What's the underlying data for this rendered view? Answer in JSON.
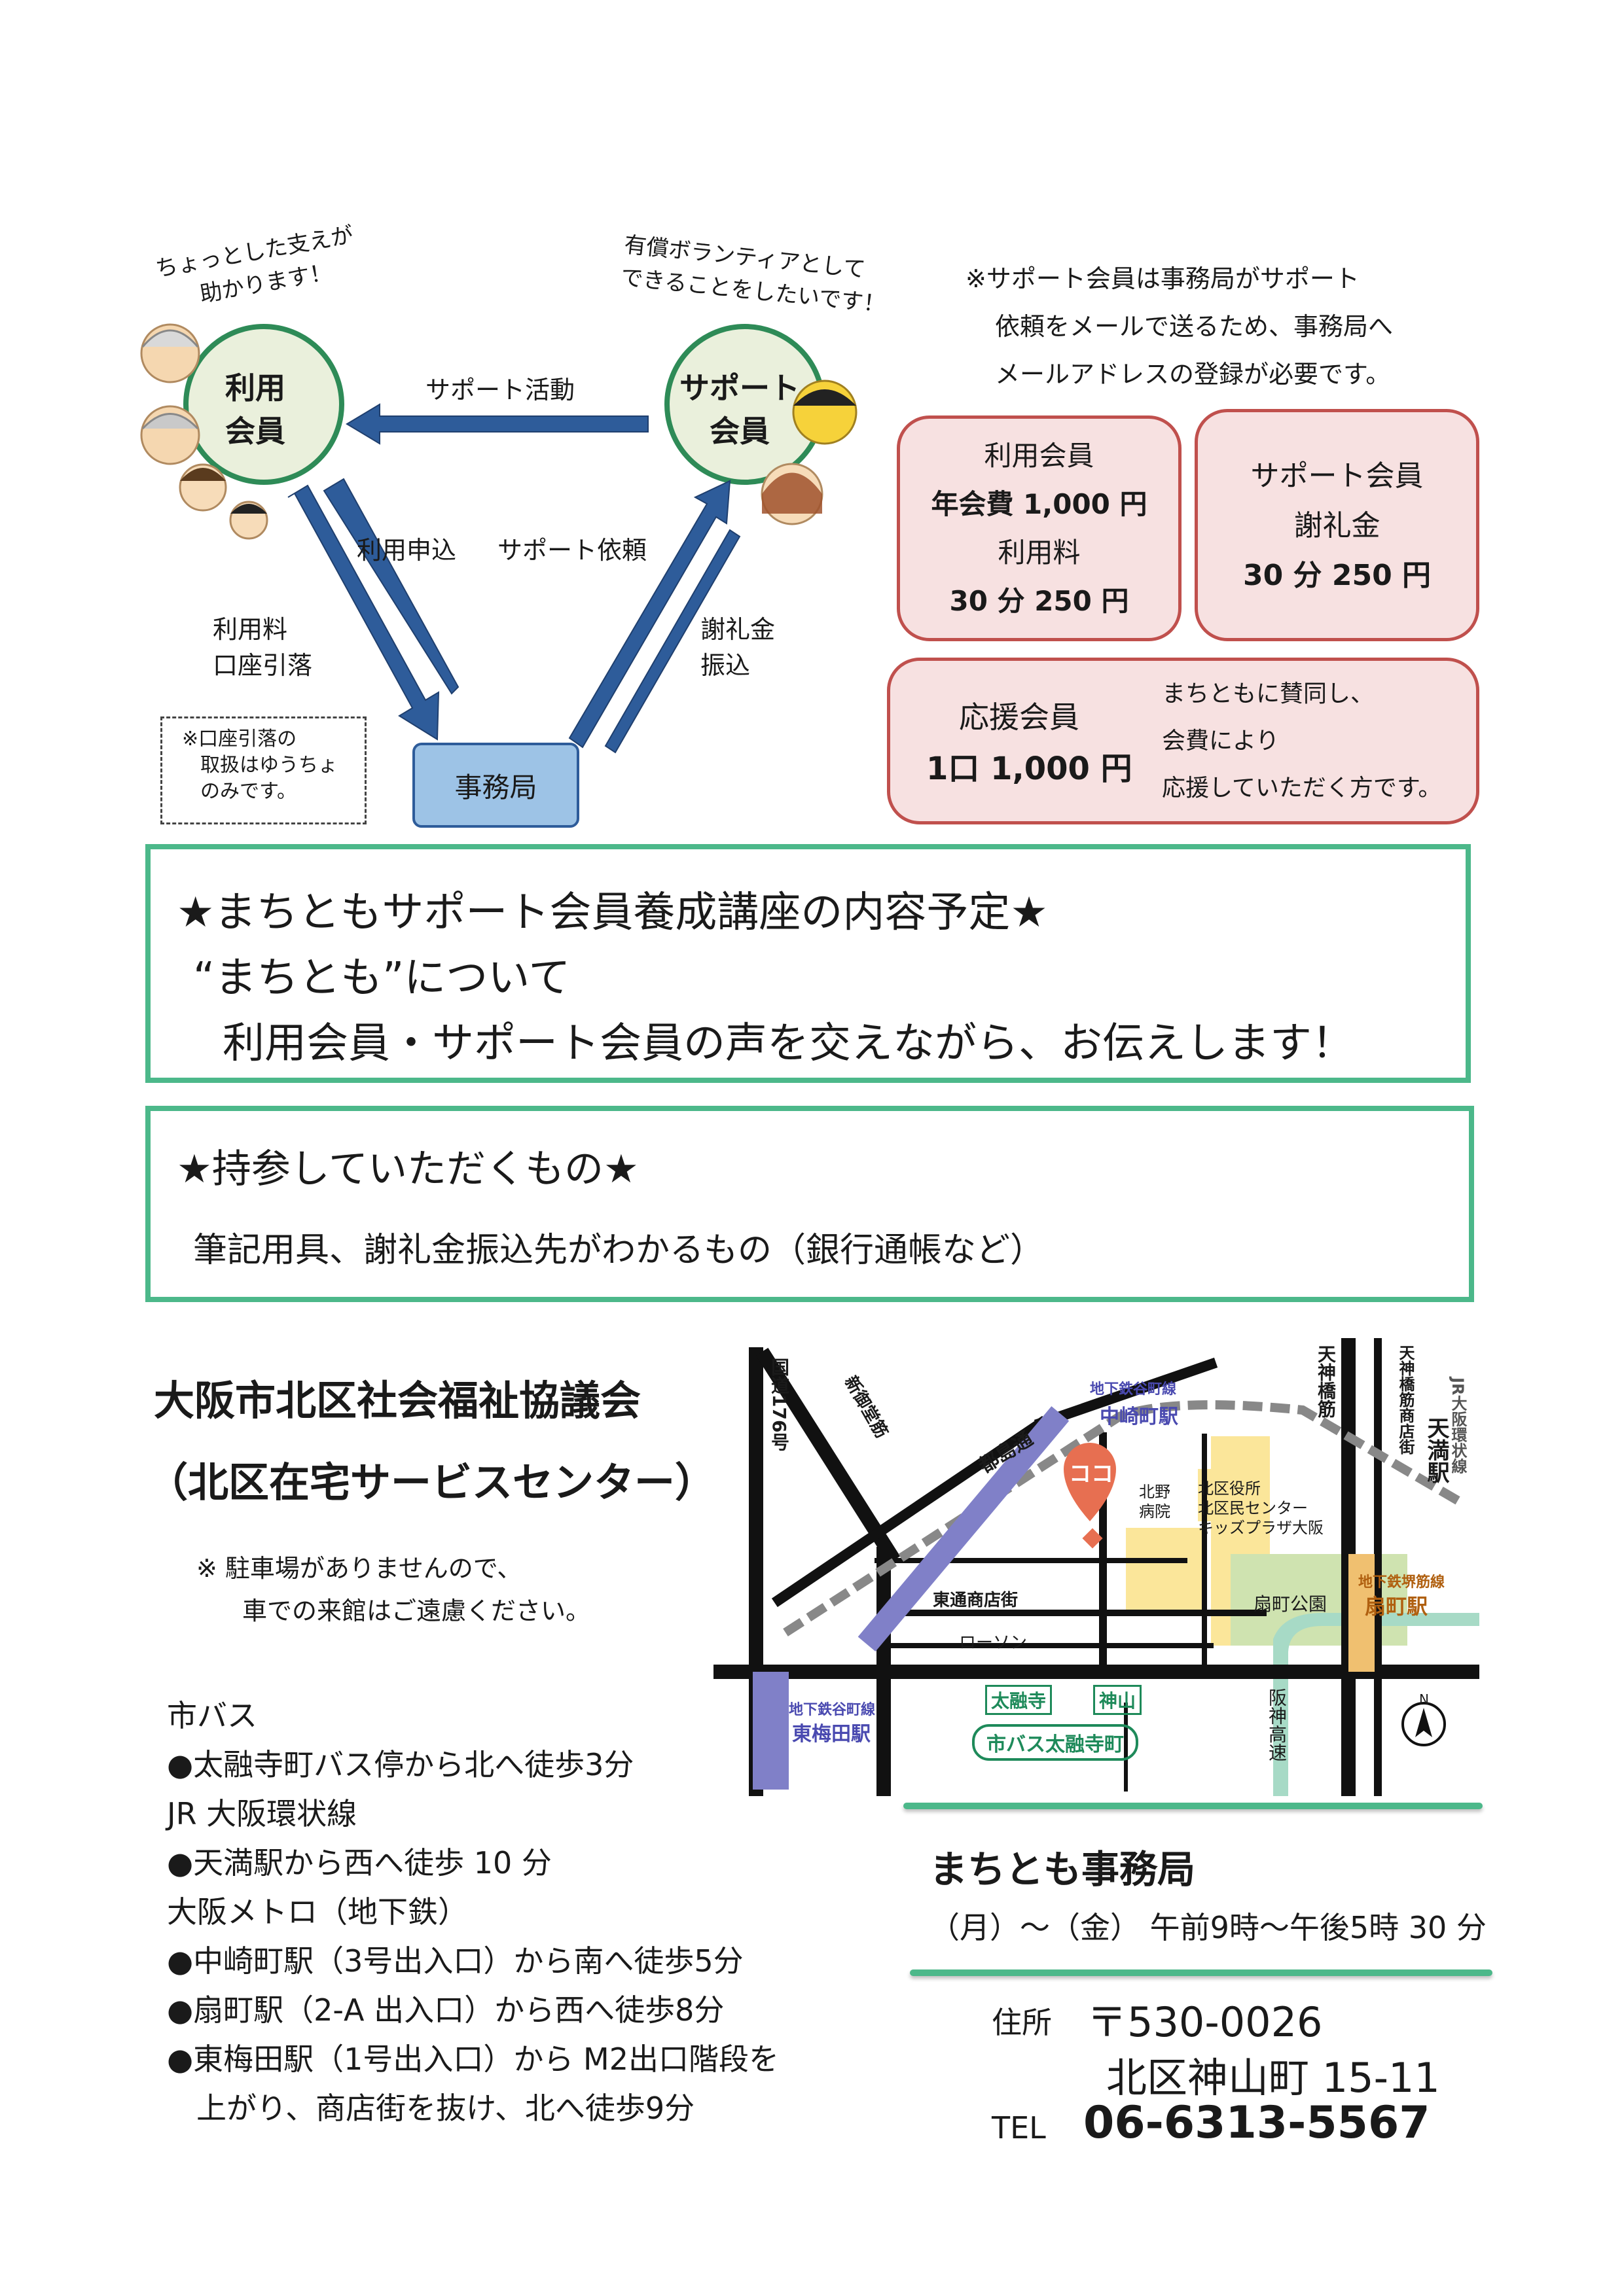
{
  "diagram": {
    "user_speech": [
      "ちょっとした支えが",
      "助かります！"
    ],
    "support_speech": [
      "有償ボランティアとして",
      "できることをしたいです！"
    ],
    "user_member": [
      "利用",
      "会員"
    ],
    "support_member": [
      "サポート",
      "会員"
    ],
    "office": "事務局",
    "arrow_support_activity": "サポート活動",
    "arrow_apply": "利用申込",
    "arrow_request": "サポート依頼",
    "fee_debit": [
      "利用料",
      "口座引落"
    ],
    "honorarium_transfer": [
      "謝礼金",
      "振込"
    ],
    "note_yucho": [
      "※口座引落の",
      "取扱はゆうちょ",
      "のみです。"
    ]
  },
  "email_note": [
    "※サポート会員は事務局がサポート",
    "依頼をメールで送るため、事務局へ",
    "メールアドレスの登録が必要です。"
  ],
  "fees": {
    "user": [
      "利用会員",
      "年会費 1,000 円",
      "利用料",
      "30 分 250 円"
    ],
    "support": [
      "サポート会員",
      "謝礼金",
      "30 分 250 円"
    ],
    "cheer_title": "応援会員",
    "cheer_price": "1口 1,000 円",
    "cheer_desc": [
      "まちともに賛同し、",
      "会費により",
      "応援していただく方です。"
    ]
  },
  "course": {
    "title": "★まちともサポート会員養成講座の内容予定★",
    "line1": "“まちとも”について",
    "line2": "利用会員・サポート会員の声を交えながら、お伝えします！"
  },
  "bring": {
    "title": "★持参していただくもの★",
    "items": "筆記用具、謝礼金振込先がわかるもの（銀行通帳など）"
  },
  "org": {
    "name": "大阪市北区社会福祉協議会",
    "sub": "（北区在宅サービスセンター）",
    "parking": [
      "※ 駐車場がありませんので、",
      "車での来館はご遠慮ください。"
    ]
  },
  "access": [
    "市バス",
    "●太融寺町バス停から北へ徒歩3分",
    "JR 大阪環状線",
    "●天満駅から西へ徒歩 10 分",
    "大阪メトロ（地下鉄）",
    "●中崎町駅（3号出入口）から南へ徒歩5分",
    "●扇町駅（2-A 出入口）から西へ徒歩8分",
    "●東梅田駅（1号出入口）から M2出口階段を",
    "上がり、商店街を抜け、北へ徒歩9分"
  ],
  "office": {
    "name": "まちとも事務局",
    "hours": "（月）～（金） 午前9時～午後5時 30 分",
    "address_label": "住所",
    "postal": "〒530-0026",
    "address": "北区神山町 15-11",
    "tel_label": "TEL",
    "tel": "06-6313-5567"
  },
  "map": {
    "route176": "国道176号",
    "shinmido": "新御堂筋",
    "toshima": "都島通",
    "tenjinbashi": "天神橋筋",
    "tenjin_shopping": "天神橋筋商店街",
    "jr_loop": "JR大阪環状線",
    "tenma": "天満駅",
    "nakazaki_line": "地下鉄谷町線",
    "nakazaki": "中崎町駅",
    "koko": "ココ",
    "kitano": "北野病院",
    "kuyakusho": [
      "北区役所",
      "北区民センター",
      "キッズプラザ大阪"
    ],
    "higashidori": "東通商店街",
    "lawson": "ローソン",
    "ogimachi_park": "扇町公園",
    "sakaisuji_line": "地下鉄堺筋線",
    "ogimachi": "扇町駅",
    "tanimachi_line": "地下鉄谷町線",
    "higashiumeda": "東梅田駅",
    "taiyuji_temple": "太融寺",
    "kamiyama": "神山",
    "bus_stop": "市バス太融寺町",
    "hanshin": "阪神高速",
    "north": "N"
  }
}
